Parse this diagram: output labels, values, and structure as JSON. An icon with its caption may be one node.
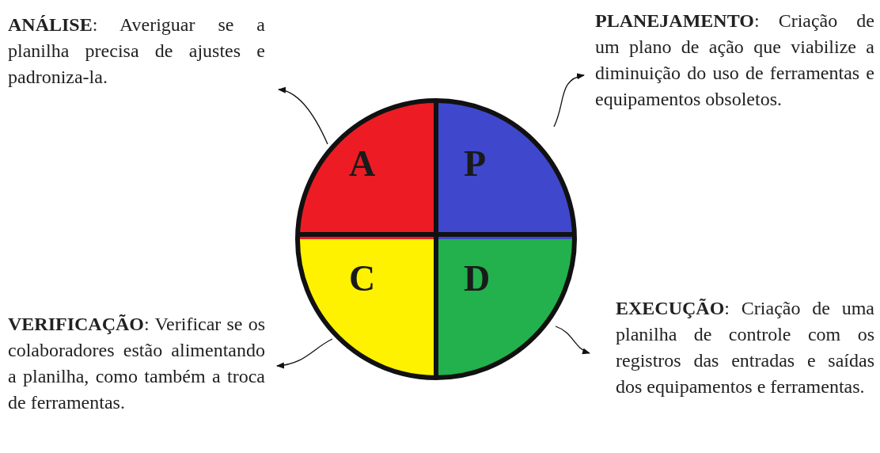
{
  "diagram": {
    "nodes": [
      {
        "text": [
          "**ANÁLISE**: Averiguar se a planilha precisa de ajustes e padroniza-la."
        ]
      },
      {
        "text": [
          "**PLANEJAMENTO**: Criação de um plano de ação que viabilize a diminuição do uso de ferramentas e equipamentos obsoletos."
        ]
      },
      {
        "text": [
          "A"
        ]
      },
      {
        "text": [
          "P"
        ]
      },
      {
        "text": [
          "C"
        ]
      },
      {
        "text": [
          "D"
        ]
      },
      {
        "text": [
          "**VERIFICAÇÃO**:  Verificar se os colaboradores estão alimentando a planilha, como também a troca de ferramentas."
        ]
      },
      {
        "text": [
          "**EXECUÇÃO**: Criação de uma planilha de controle com os registros das entradas e saídas dos equipamentos e ferramentas."
        ]
      }
    ],
    "edges": [
      {
        "from": 2,
        "to": 0,
        "arrow": "to"
      },
      {
        "from": 3,
        "to": 1,
        "arrow": "to"
      },
      {
        "from": 4,
        "to": 6,
        "arrow": "to"
      },
      {
        "from": 5,
        "to": 7,
        "arrow": "to"
      }
    ]
  }
}
